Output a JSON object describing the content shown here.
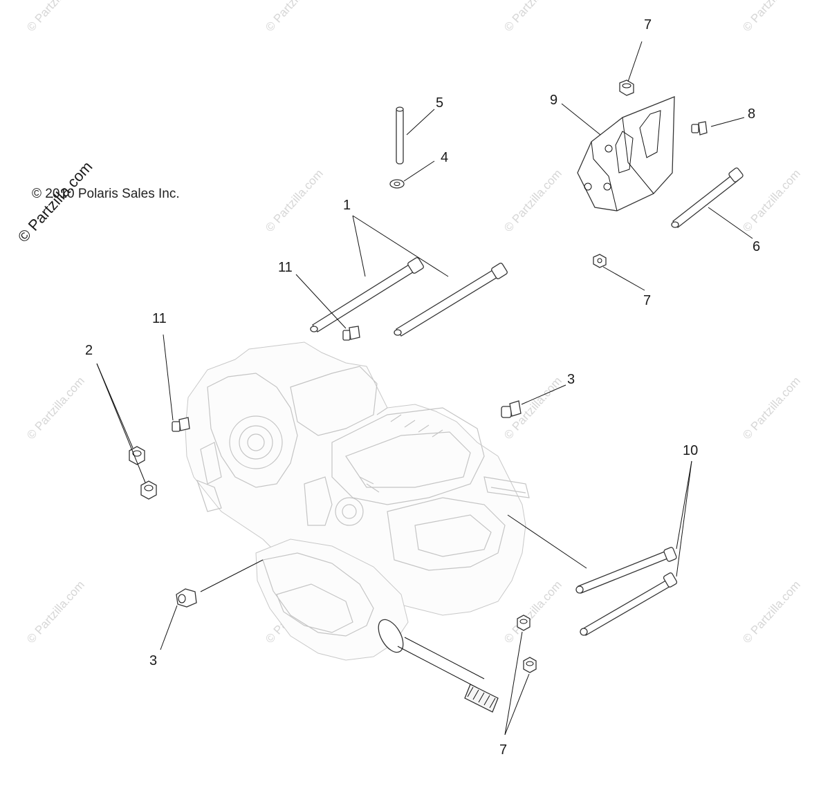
{
  "copyright": "© 2010 Polaris Sales Inc.",
  "brand_watermark": "© Partzilla.com",
  "watermark_text": "© Partzilla.com",
  "callouts": {
    "c7_top": "7",
    "c5": "5",
    "c9": "9",
    "c8": "8",
    "c4": "4",
    "c1": "1",
    "c6": "6",
    "c11_mid": "11",
    "c7_mid": "7",
    "c11_left": "11",
    "c2": "2",
    "c3_right": "3",
    "c10": "10",
    "c3_left": "3",
    "c7_bottom": "7"
  },
  "colors": {
    "line": "#111111",
    "ghost_engine": "#c4c4c4",
    "watermark": "#d6d6d6"
  }
}
